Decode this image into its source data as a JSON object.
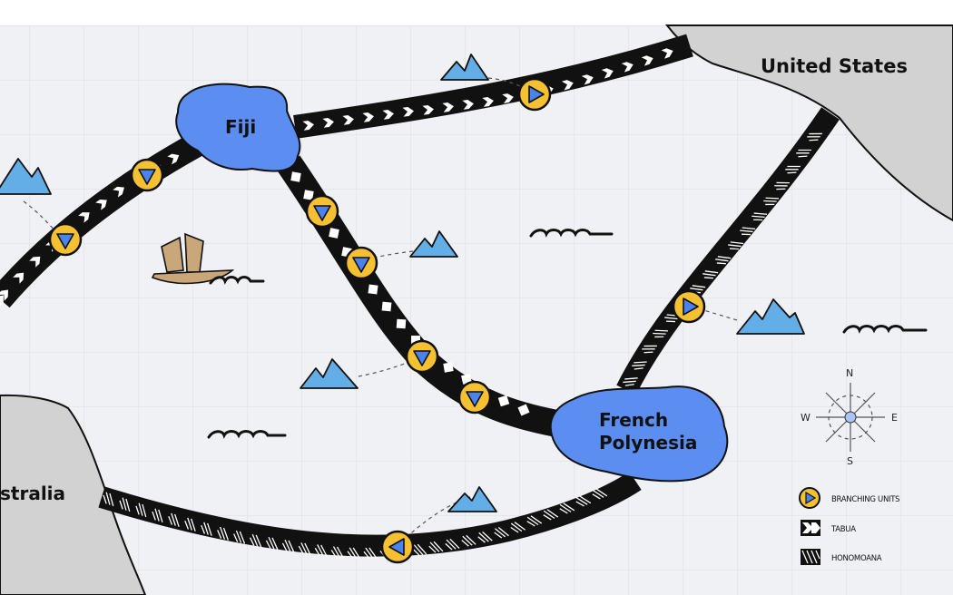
{
  "colors": {
    "background": "#f0f1f5",
    "grid": "#dcdde3",
    "land": "#d2d2d2",
    "island": "#5b8ef0",
    "mountain": "#63aee6",
    "unit_fill": "#f6c033",
    "unit_arrow": "#4a83ee",
    "route": "#111111"
  },
  "places": {
    "united_states": "United States",
    "fiji": "Fiji",
    "french_polynesia_line1": "French",
    "french_polynesia_line2": "Polynesia",
    "australia": "stralia"
  },
  "compass": {
    "n": "N",
    "s": "S",
    "e": "E",
    "w": "W"
  },
  "legend": {
    "units": "BRANCHING UNITS",
    "tabua": "TABUA",
    "honomoana": "HONOMOANA"
  },
  "icons": {
    "mountain": "mountain-icon",
    "wave": "wave-icon",
    "canoe": "canoe-icon",
    "compass": "compass-rose-icon",
    "unit": "branching-unit-icon"
  }
}
